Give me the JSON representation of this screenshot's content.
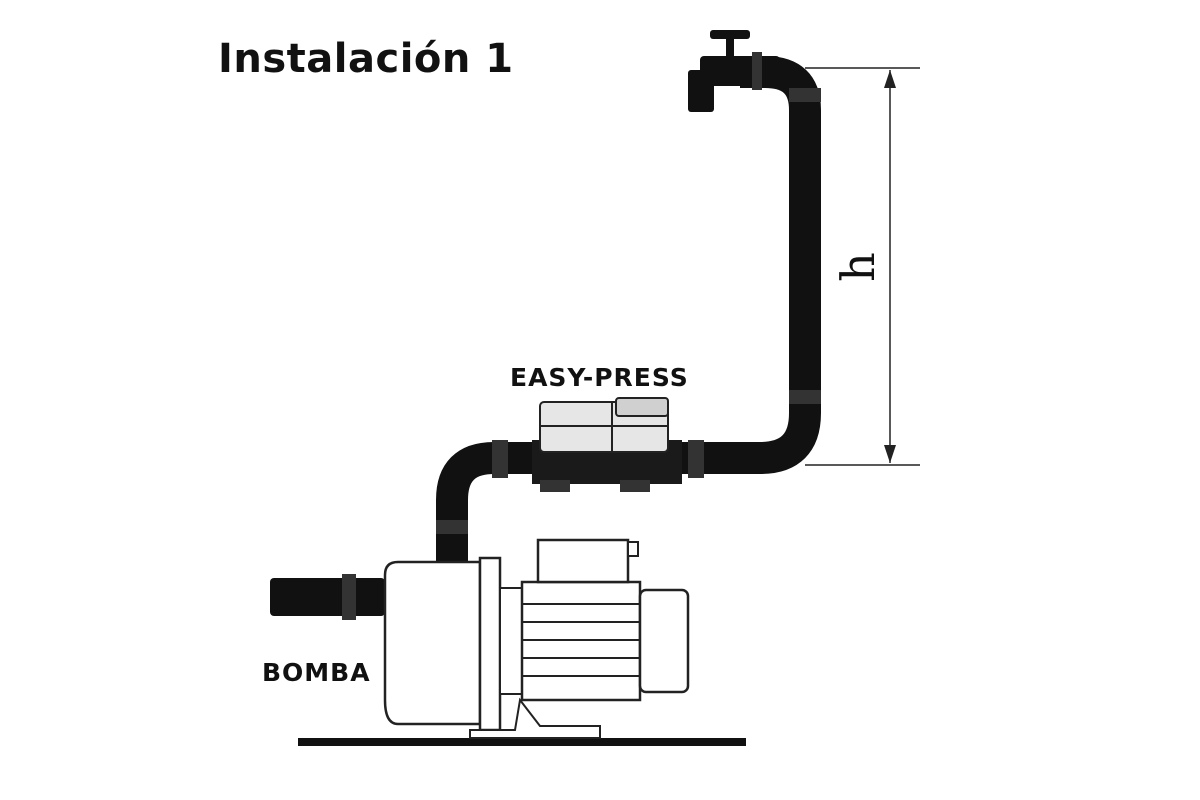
{
  "title": "Instalación 1",
  "labels": {
    "device": "EASY-PRESS",
    "pump": "BOMBA",
    "height": "h"
  },
  "colors": {
    "pipe": "#111111",
    "outline": "#222222",
    "background": "#ffffff",
    "device_body": "#e6e6e6"
  },
  "icons": [
    "faucet-icon",
    "pump-icon",
    "pressure-controller-icon"
  ]
}
